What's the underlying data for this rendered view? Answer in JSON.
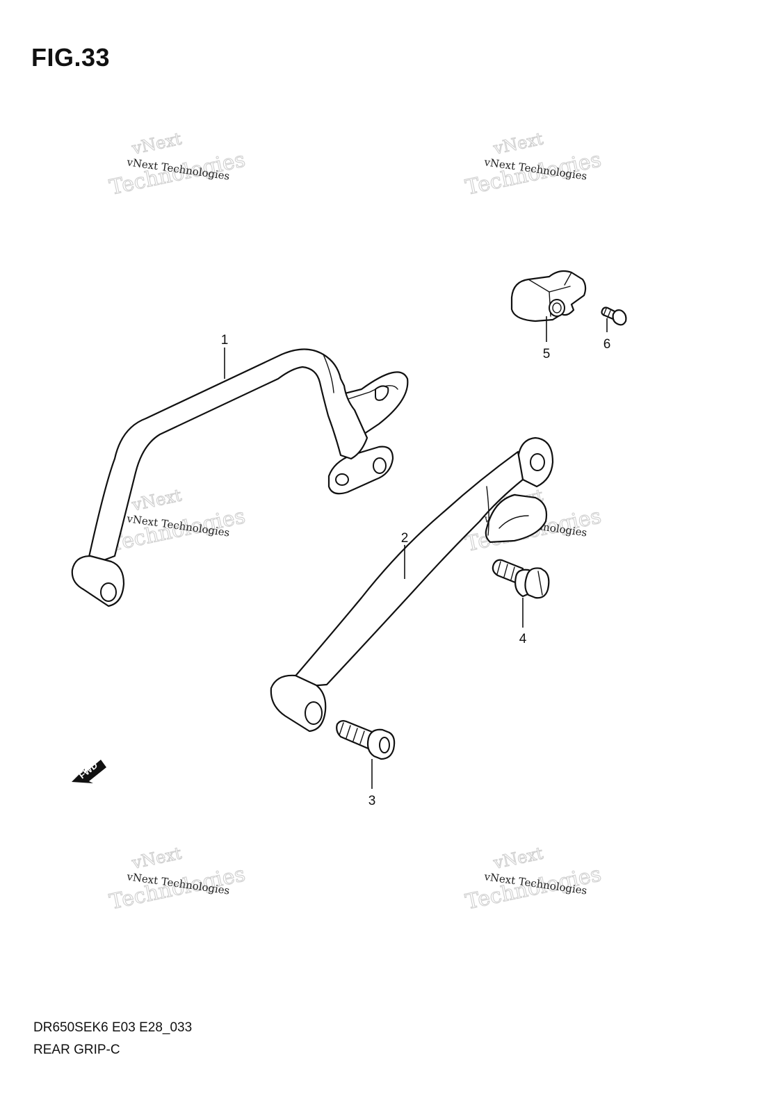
{
  "figure": {
    "title": "FIG.33"
  },
  "diagram": {
    "model_code": "DR650SEK6 E03 E28_033",
    "section_name": "REAR GRIP-C",
    "callouts": [
      {
        "id": "callout-1",
        "number": "1",
        "part": "rear-grip-left"
      },
      {
        "id": "callout-2",
        "number": "2",
        "part": "rear-grip-right"
      },
      {
        "id": "callout-3",
        "number": "3",
        "part": "bolt"
      },
      {
        "id": "callout-4",
        "number": "4",
        "part": "flange-bolt"
      },
      {
        "id": "callout-5",
        "number": "5",
        "part": "clamp"
      },
      {
        "id": "callout-6",
        "number": "6",
        "part": "screw"
      }
    ],
    "direction_marker": "FWD"
  },
  "watermark": {
    "line_small": "vNext Technologies",
    "line_top": "vNext",
    "line_big": "Technologies"
  }
}
